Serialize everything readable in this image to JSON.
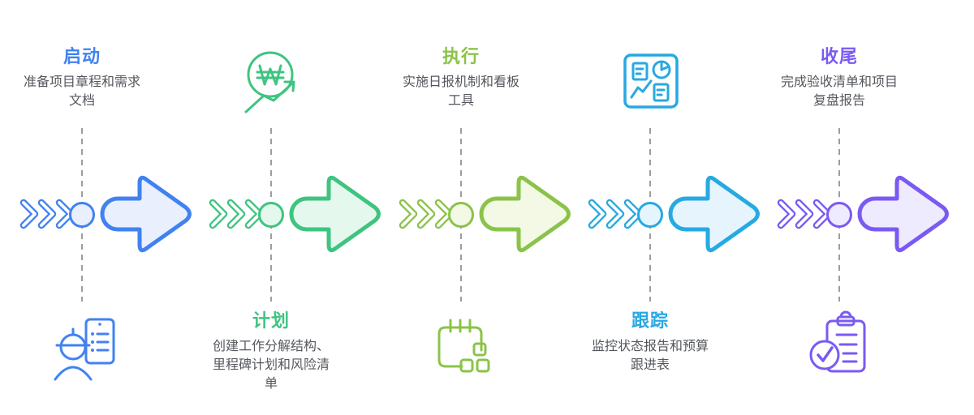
{
  "diagram": {
    "type": "process-flow",
    "stages": [
      {
        "title": "启动",
        "description": "准备项目章程和需求文档",
        "icon": "engineer-checklist-icon",
        "text_position": "top",
        "accent_color": "#4182f1",
        "fill_color": "#e9effd"
      },
      {
        "title": "计划",
        "description": "创建工作分解结构、里程碑计划和风险清单",
        "icon": "won-growth-icon",
        "text_position": "bottom",
        "accent_color": "#3fc480",
        "fill_color": "#e5f8ee"
      },
      {
        "title": "执行",
        "description": "实施日报机制和看板工具",
        "icon": "notepad-tasks-icon",
        "text_position": "top",
        "accent_color": "#8bc34a",
        "fill_color": "#f3f9e4"
      },
      {
        "title": "跟踪",
        "description": "监控状态报告和预算跟进表",
        "icon": "dashboard-report-icon",
        "text_position": "bottom",
        "accent_color": "#27a9e1",
        "fill_color": "#e6f5fd"
      },
      {
        "title": "收尾",
        "description": "完成验收清单和项目复盘报告",
        "icon": "clipboard-check-icon",
        "text_position": "top",
        "accent_color": "#7a5af2",
        "fill_color": "#edebfd"
      }
    ],
    "styles": {
      "text_color": "#54575d",
      "connector_color": "#9d9da2",
      "background": "#ffffff"
    }
  }
}
